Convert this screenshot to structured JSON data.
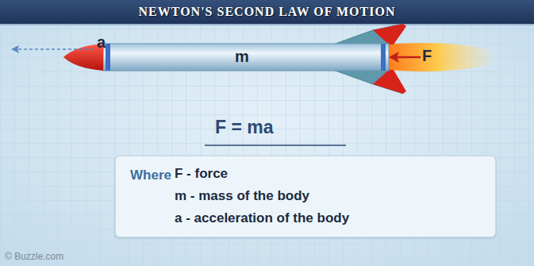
{
  "diagram": {
    "title": "NEWTON'S SECOND LAW OF MOTION",
    "nodes": [
      {
        "text": [
          "Where",
          "F - force",
          "m - mass of the body",
          "a - acceleration of the body"
        ]
      }
    ],
    "labels": [
      "a",
      "m",
      "F",
      "F = ma",
      "© Buzzle.com"
    ]
  }
}
